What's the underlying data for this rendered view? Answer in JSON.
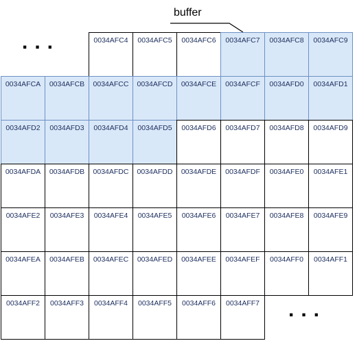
{
  "pointer_label": "buffer",
  "ellipsis_start": "...",
  "ellipsis_end": "...",
  "colors": {
    "highlight_fill": "#d9e8f8",
    "highlight_border": "#6c90c4",
    "cell_border": "#000000",
    "address_text": "#1f3060"
  },
  "rows": [
    [
      {
        "addr": "0034AFC4",
        "highlighted": false
      },
      {
        "addr": "0034AFC5",
        "highlighted": false
      },
      {
        "addr": "0034AFC6",
        "highlighted": false
      },
      {
        "addr": "0034AFC7",
        "highlighted": true
      },
      {
        "addr": "0034AFC8",
        "highlighted": true
      },
      {
        "addr": "0034AFC9",
        "highlighted": true
      }
    ],
    [
      {
        "addr": "0034AFCA",
        "highlighted": true
      },
      {
        "addr": "0034AFCB",
        "highlighted": true
      },
      {
        "addr": "0034AFCC",
        "highlighted": true
      },
      {
        "addr": "0034AFCD",
        "highlighted": true
      },
      {
        "addr": "0034AFCE",
        "highlighted": true
      },
      {
        "addr": "0034AFCF",
        "highlighted": true
      },
      {
        "addr": "0034AFD0",
        "highlighted": true
      },
      {
        "addr": "0034AFD1",
        "highlighted": true
      }
    ],
    [
      {
        "addr": "0034AFD2",
        "highlighted": true
      },
      {
        "addr": "0034AFD3",
        "highlighted": true
      },
      {
        "addr": "0034AFD4",
        "highlighted": true
      },
      {
        "addr": "0034AFD5",
        "highlighted": true
      },
      {
        "addr": "0034AFD6",
        "highlighted": false
      },
      {
        "addr": "0034AFD7",
        "highlighted": false
      },
      {
        "addr": "0034AFD8",
        "highlighted": false
      },
      {
        "addr": "0034AFD9",
        "highlighted": false
      }
    ],
    [
      {
        "addr": "0034AFDA",
        "highlighted": false
      },
      {
        "addr": "0034AFDB",
        "highlighted": false
      },
      {
        "addr": "0034AFDC",
        "highlighted": false
      },
      {
        "addr": "0034AFDD",
        "highlighted": false
      },
      {
        "addr": "0034AFDE",
        "highlighted": false
      },
      {
        "addr": "0034AFDF",
        "highlighted": false
      },
      {
        "addr": "0034AFE0",
        "highlighted": false
      },
      {
        "addr": "0034AFE1",
        "highlighted": false
      }
    ],
    [
      {
        "addr": "0034AFE2",
        "highlighted": false
      },
      {
        "addr": "0034AFE3",
        "highlighted": false
      },
      {
        "addr": "0034AFE4",
        "highlighted": false
      },
      {
        "addr": "0034AFE5",
        "highlighted": false
      },
      {
        "addr": "0034AFE6",
        "highlighted": false
      },
      {
        "addr": "0034AFE7",
        "highlighted": false
      },
      {
        "addr": "0034AFE8",
        "highlighted": false
      },
      {
        "addr": "0034AFE9",
        "highlighted": false
      }
    ],
    [
      {
        "addr": "0034AFEA",
        "highlighted": false
      },
      {
        "addr": "0034AFEB",
        "highlighted": false
      },
      {
        "addr": "0034AFEC",
        "highlighted": false
      },
      {
        "addr": "0034AFED",
        "highlighted": false
      },
      {
        "addr": "0034AFEE",
        "highlighted": false
      },
      {
        "addr": "0034AFEF",
        "highlighted": false
      },
      {
        "addr": "0034AFF0",
        "highlighted": false
      },
      {
        "addr": "0034AFF1",
        "highlighted": false
      }
    ],
    [
      {
        "addr": "0034AFF2",
        "highlighted": false
      },
      {
        "addr": "0034AFF3",
        "highlighted": false
      },
      {
        "addr": "0034AFF4",
        "highlighted": false
      },
      {
        "addr": "0034AFF5",
        "highlighted": false
      },
      {
        "addr": "0034AFF6",
        "highlighted": false
      },
      {
        "addr": "0034AFF7",
        "highlighted": false
      }
    ]
  ]
}
